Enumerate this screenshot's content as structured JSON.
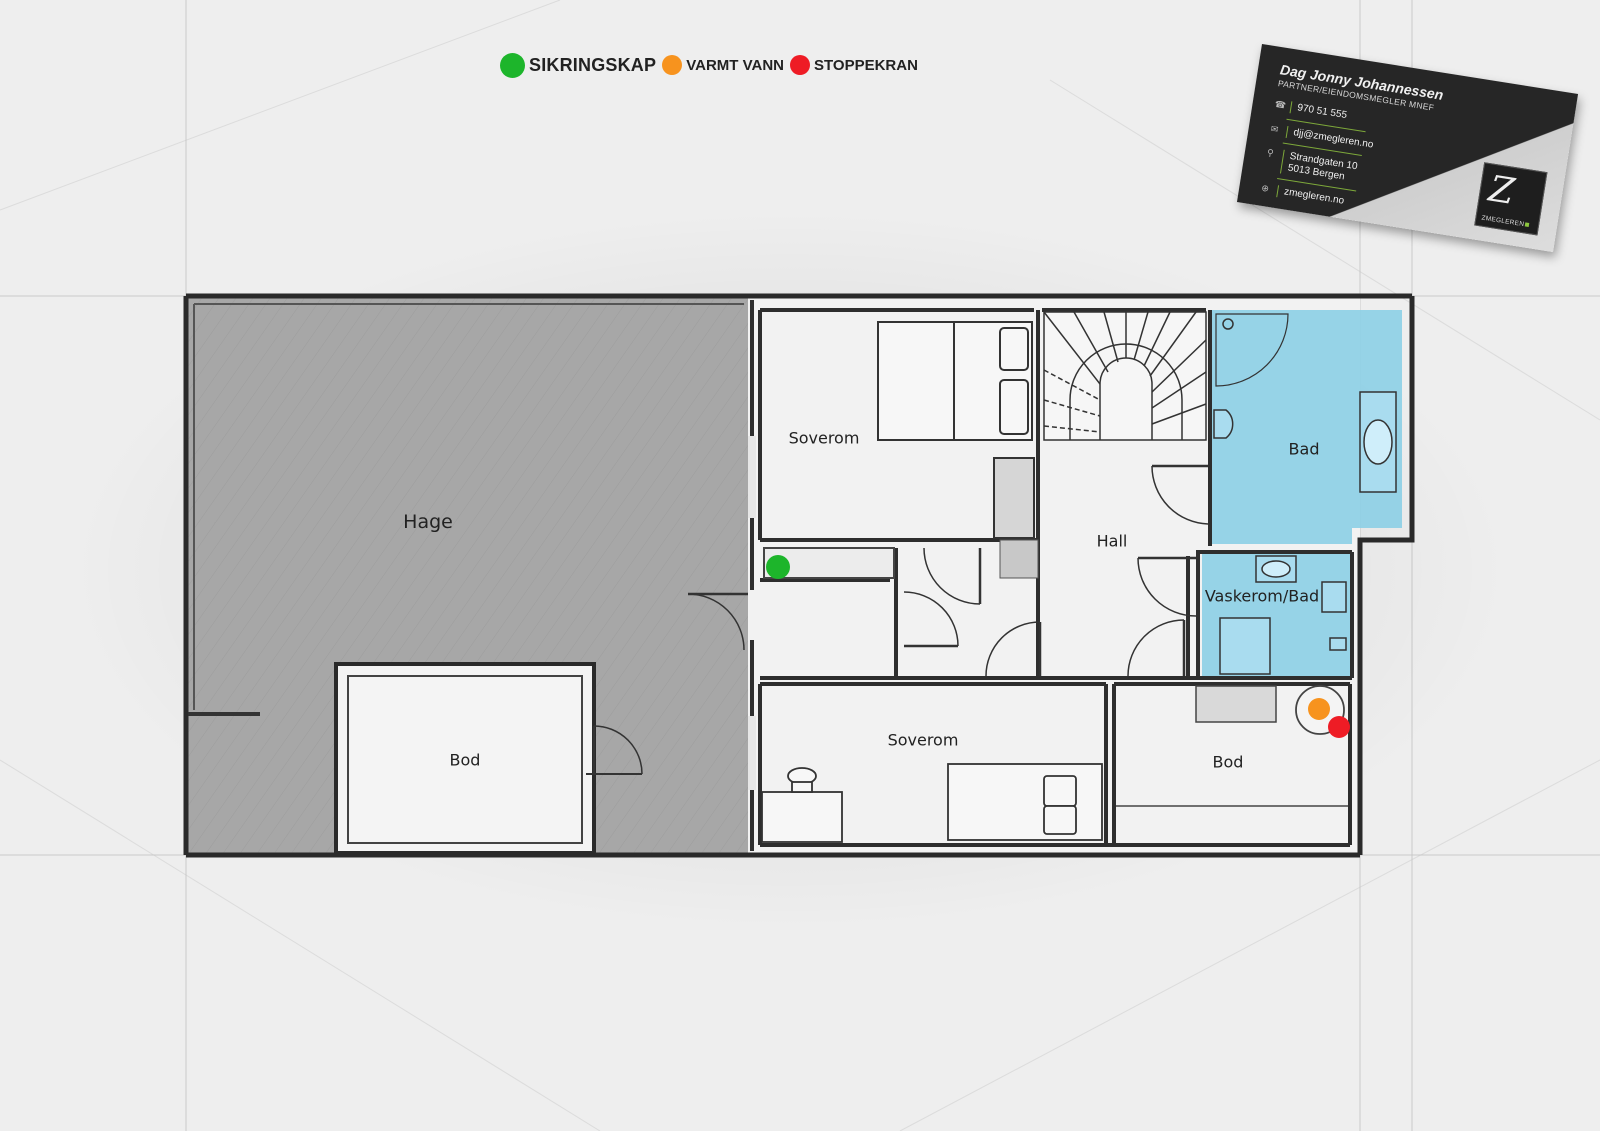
{
  "legend": {
    "items": [
      {
        "label": "SIKRINGSKAP",
        "color": "#1db52b"
      },
      {
        "label": "VARMT VANN",
        "color": "#f7931e"
      },
      {
        "label": "STOPPEKRAN",
        "color": "#ee1c25"
      }
    ]
  },
  "rooms": {
    "hage": "Hage",
    "bod_garden": "Bod",
    "soverom_top": "Soverom",
    "hall": "Hall",
    "bad": "Bad",
    "vaskerom": "Vaskerom/Bad",
    "soverom_bottom": "Soverom",
    "bod_bottom": "Bod"
  },
  "colors": {
    "bathroom_fill": "#8ccfe6",
    "garden_fill": "#9e9e9e",
    "wall": "#2a2a2a"
  },
  "card": {
    "name": "Dag Jonny Johannessen",
    "title": "PARTNER/EIENDOMSMEGLER MNEF",
    "phone": "970 51 555",
    "email": "djj@zmegleren.no",
    "address_line1": "Strandgaten 10",
    "address_line2": "5013 Bergen",
    "web": "zmegleren.no",
    "logo_text": "ZMEGLEREN",
    "icons": {
      "phone": "phone-icon",
      "email": "envelope-icon",
      "address": "pin-icon",
      "web": "globe-icon"
    }
  }
}
